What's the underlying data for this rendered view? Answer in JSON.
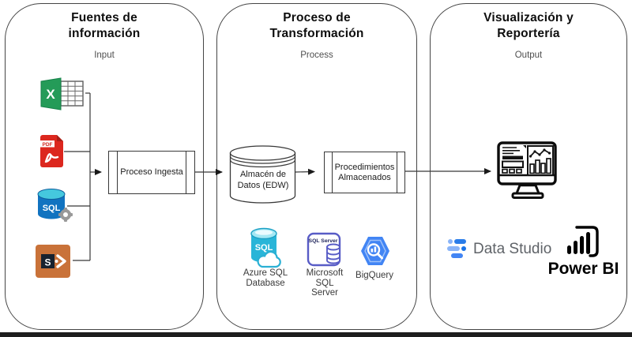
{
  "sections": [
    {
      "title_line1": "Fuentes de",
      "title_line2": "información",
      "subtitle": "Input"
    },
    {
      "title_line1": "Proceso de",
      "title_line2": "Transformación",
      "subtitle": "Process"
    },
    {
      "title_line1": "Visualización y",
      "title_line2": "Reportería",
      "subtitle": "Output"
    }
  ],
  "flow": {
    "ingest_label": "Proceso Ingesta",
    "edw_line1": "Almacén de",
    "edw_line2": "Datos (EDW)",
    "procedures_line1": "Procedimientos",
    "procedures_line2": "Almacenados"
  },
  "source_icons": {
    "excel_glyph": "X",
    "pdf_glyph": "PDF",
    "sql_glyph": "SQL",
    "sharepoint_glyph": "S"
  },
  "technologies": [
    {
      "icon_text": "SQL",
      "label_line1": "Azure SQL",
      "label_line2": "Database"
    },
    {
      "icon_text": "SQL Server",
      "label_line1": "Microsoft SQL",
      "label_line2": "Server"
    },
    {
      "icon_text": "",
      "label_line1": "BigQuery",
      "label_line2": ""
    }
  ],
  "outputs": {
    "data_studio": "Data Studio",
    "power_bi": "Power BI"
  },
  "colors": {
    "excel_green": "#1f9d55",
    "pdf_red": "#dc271e",
    "sql_blue": "#1173c0",
    "sharepoint_orange": "#c97239",
    "azure_cyan": "#29b5d8",
    "mssql_indigo": "#585cc6",
    "bigquery_blue": "#4285f4",
    "datastudio_dark": "#1a73e8",
    "datastudio_light": "#8ab4f8",
    "line": "#333333"
  }
}
